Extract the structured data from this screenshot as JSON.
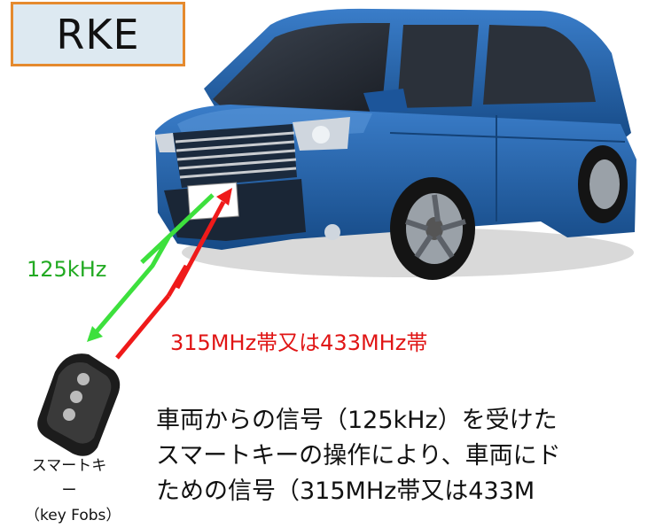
{
  "title": "RKE",
  "freq_vehicle_to_key": "125kHz",
  "freq_key_to_vehicle": "315MHz帯又は433MHz帯",
  "key_label": [
    "スマートキー",
    "（key Fobs）"
  ],
  "description": [
    "車両からの信号（125kHz）を受けた",
    "スマートキーの操作により、車両にド",
    "ための信号（315MHz帯又は433M"
  ],
  "colors": {
    "green_signal": "#3de03d",
    "red_signal": "#ef1a1a",
    "car_body": "#1f5fa8",
    "title_border": "#e58a2e",
    "title_fill": "#dde9f1"
  }
}
